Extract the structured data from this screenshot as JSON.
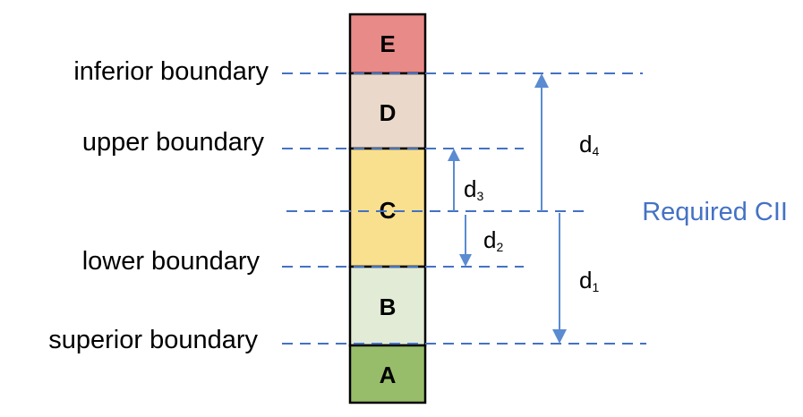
{
  "boundaries": {
    "inferior": "inferior boundary",
    "upper": "upper boundary",
    "lower": "lower boundary",
    "superior": "superior boundary"
  },
  "ratings": [
    {
      "label": "E",
      "color": "#e88a88"
    },
    {
      "label": "D",
      "color": "#ead9cb"
    },
    {
      "label": "C",
      "color": "#f8e08f"
    },
    {
      "label": "B",
      "color": "#e1ebd5"
    },
    {
      "label": "A",
      "color": "#97bd6a"
    }
  ],
  "distances": {
    "d1": {
      "main": "d",
      "sub": "1"
    },
    "d2": {
      "main": "d",
      "sub": "2"
    },
    "d3": {
      "main": "d",
      "sub": "3"
    },
    "d4": {
      "main": "d",
      "sub": "4"
    }
  },
  "required_label": "Required CII",
  "colors": {
    "dashed_line": "#4472c4",
    "arrow": "#5b8bd0",
    "required_text": "#4472c4"
  }
}
